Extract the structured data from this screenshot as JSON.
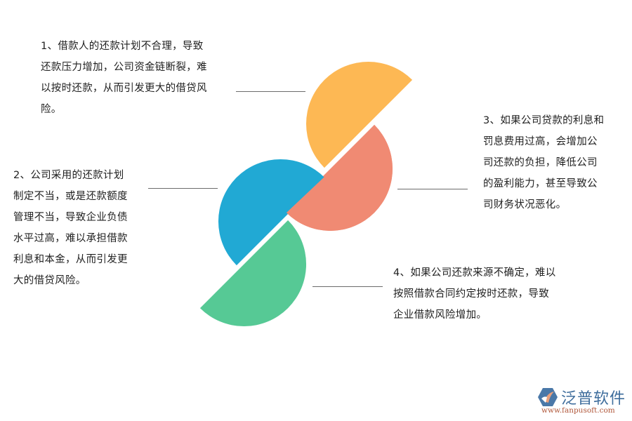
{
  "diagram": {
    "type": "four-petal semicircle pinwheel",
    "items": [
      {
        "id": 1,
        "color": "#FDB854",
        "lines": [
          "1、借款人的还款计划不合理，导致",
          "还款压力增加，公司资金链断裂，难",
          "以按时还款，从而引发更大的借贷风",
          "险。"
        ]
      },
      {
        "id": 2,
        "color": "#21A9D4",
        "lines": [
          "2、公司采用的还款计划",
          "制定不当，或是还款额度",
          "管理不当，导致企业负债",
          "水平过高，难以承担借款",
          "利息和本金，从而引发更",
          "大的借贷风险。"
        ]
      },
      {
        "id": 3,
        "color": "#F08A73",
        "lines": [
          "3、如果公司贷款的利息和",
          "罚息费用过高，会增加公",
          "司还款的负担，降低公司",
          "的盈利能力，甚至导致公",
          "司财务状况恶化。"
        ]
      },
      {
        "id": 4,
        "color": "#56C995",
        "lines": [
          "4、如果公司还款来源不确定，难以",
          "按照借款合同约定按时还款，导致",
          "企业借款风险增加。"
        ]
      }
    ]
  },
  "logo": {
    "name": "泛普软件",
    "url": "www.fanpusoft.com",
    "icon": "fanpu-logo-icon"
  }
}
